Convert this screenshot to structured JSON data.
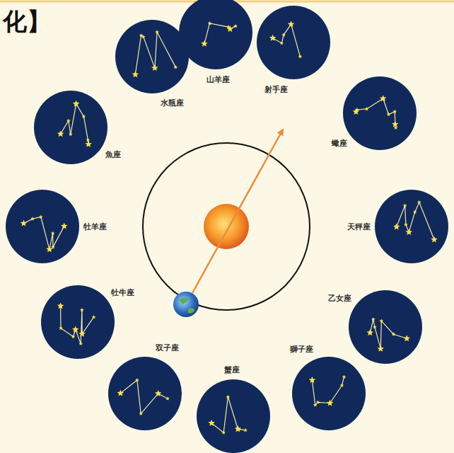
{
  "diagram": {
    "nodes": [
      {
        "text": [
          "山羊座"
        ]
      },
      {
        "text": [
          "射手座"
        ]
      },
      {
        "text": [
          "蠍座"
        ]
      },
      {
        "text": [
          "天秤座"
        ]
      },
      {
        "text": [
          "乙女座"
        ]
      },
      {
        "text": [
          "獅子座"
        ]
      },
      {
        "text": [
          "蟹座"
        ]
      },
      {
        "text": [
          "双子座"
        ]
      },
      {
        "text": [
          "牡牛座"
        ]
      },
      {
        "text": [
          "牡羊座"
        ]
      },
      {
        "text": [
          "魚座"
        ]
      },
      {
        "text": [
          "水瓶座"
        ]
      }
    ],
    "labels": [
      "化】"
    ]
  }
}
